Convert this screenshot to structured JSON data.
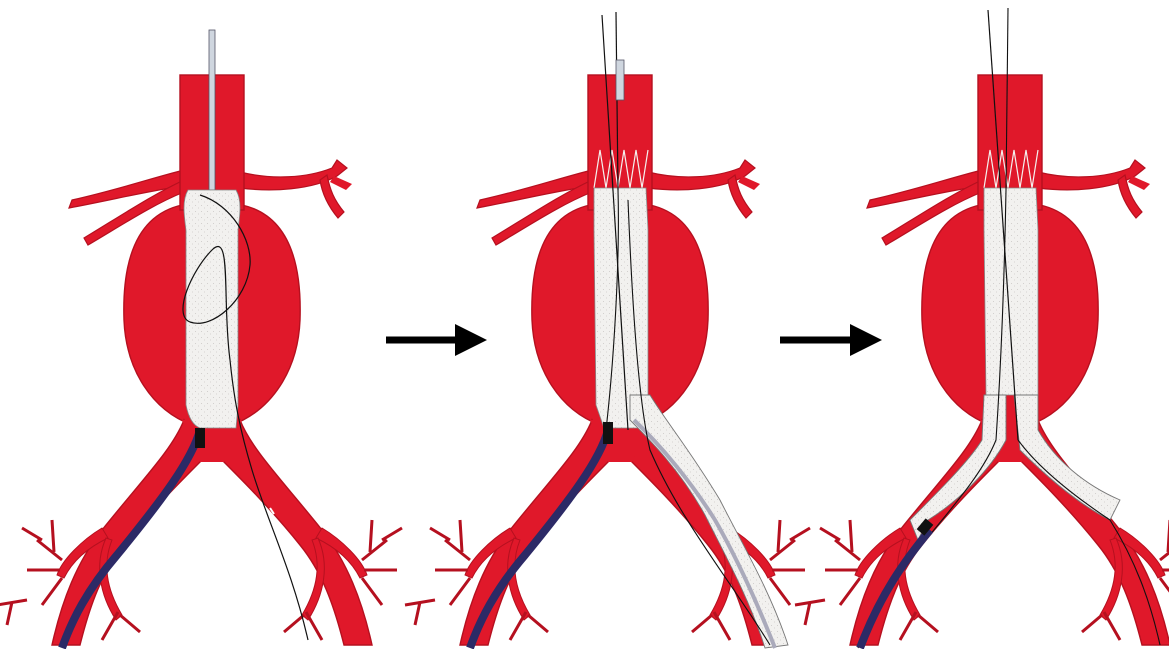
{
  "figure": {
    "panels": [
      {
        "id": "panel-1",
        "stage": "main-body-deployment"
      },
      {
        "id": "panel-2",
        "stage": "contralateral-limb-cannulation"
      },
      {
        "id": "panel-3",
        "stage": "iliac-limbs-deployed"
      }
    ],
    "arrows": [
      {
        "id": "arrow-1",
        "direction": "right"
      },
      {
        "id": "arrow-2",
        "direction": "right"
      }
    ],
    "colors": {
      "artery": "#e0182a",
      "artery_dark": "#b5101f",
      "graft": "#f2f1ef",
      "graft_stipple": "#c9c6c3",
      "sheath": "#2c2a66",
      "sheath_light": "#d8dde6",
      "wire": "#111111",
      "arrow": "#000000",
      "background": "#ffffff"
    }
  }
}
